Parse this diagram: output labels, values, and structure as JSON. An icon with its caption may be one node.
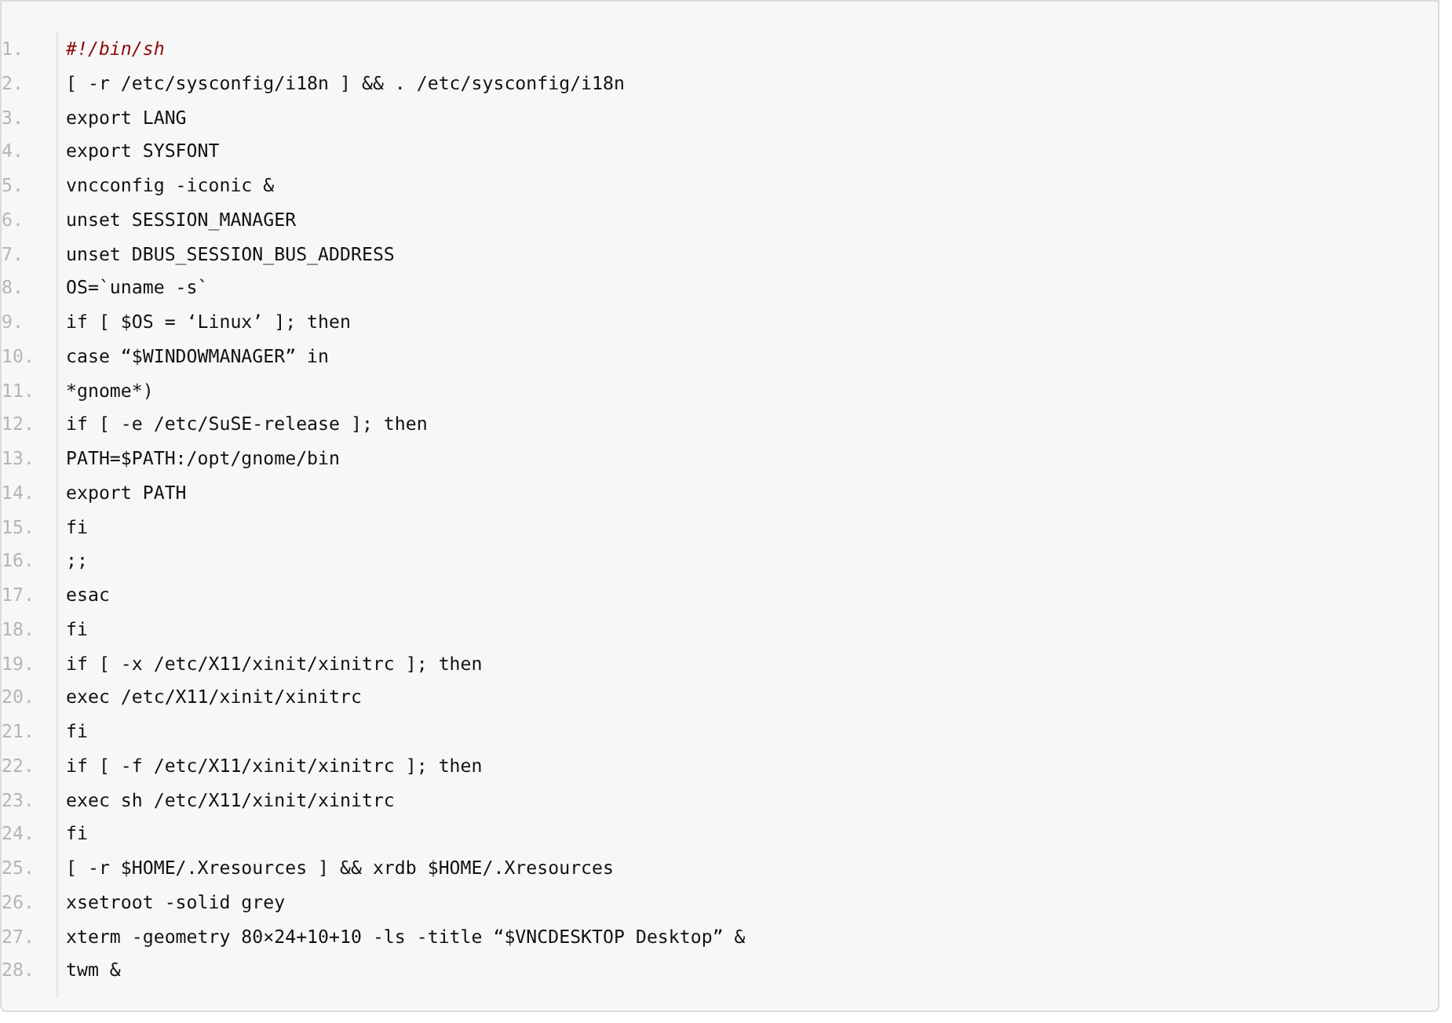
{
  "diagram": {
    "labels": [
      "1.",
      "#!/bin/sh",
      "2.",
      "[ -r /etc/sysconfig/i18n ] && . /etc/sysconfig/i18n",
      "3.",
      "export LANG",
      "4.",
      "export SYSFONT",
      "5.",
      "vncconfig -iconic &",
      "6.",
      "unset SESSION_MANAGER",
      "7.",
      "unset DBUS_SESSION_BUS_ADDRESS",
      "8.",
      "OS=`uname -s`",
      "9.",
      "if [ $OS = ‘Linux’ ]; then",
      "10.",
      "case “$WINDOWMANAGER” in",
      "11.",
      "*gnome*)",
      "12.",
      "if [ -e /etc/SuSE-release ]; then",
      "13.",
      "PATH=$PATH:/opt/gnome/bin",
      "14.",
      "export PATH",
      "15.",
      "fi",
      "16.",
      ";;",
      "17.",
      "esac",
      "18.",
      "fi",
      "19.",
      "if [ -x /etc/X11/xinit/xinitrc ]; then",
      "20.",
      "exec /etc/X11/xinit/xinitrc",
      "21.",
      "fi",
      "22.",
      "if [ -f /etc/X11/xinit/xinitrc ]; then",
      "23.",
      "exec sh /etc/X11/xinit/xinitrc",
      "24.",
      "fi",
      "25.",
      "[ -r $HOME/.Xresources ] && xrdb $HOME/.Xresources",
      "26.",
      "xsetroot -solid grey",
      "27.",
      "xterm -geometry 80×24+10+10 -ls -title “$VNCDESKTOP Desktop” &",
      "28.",
      "twm &"
    ]
  }
}
